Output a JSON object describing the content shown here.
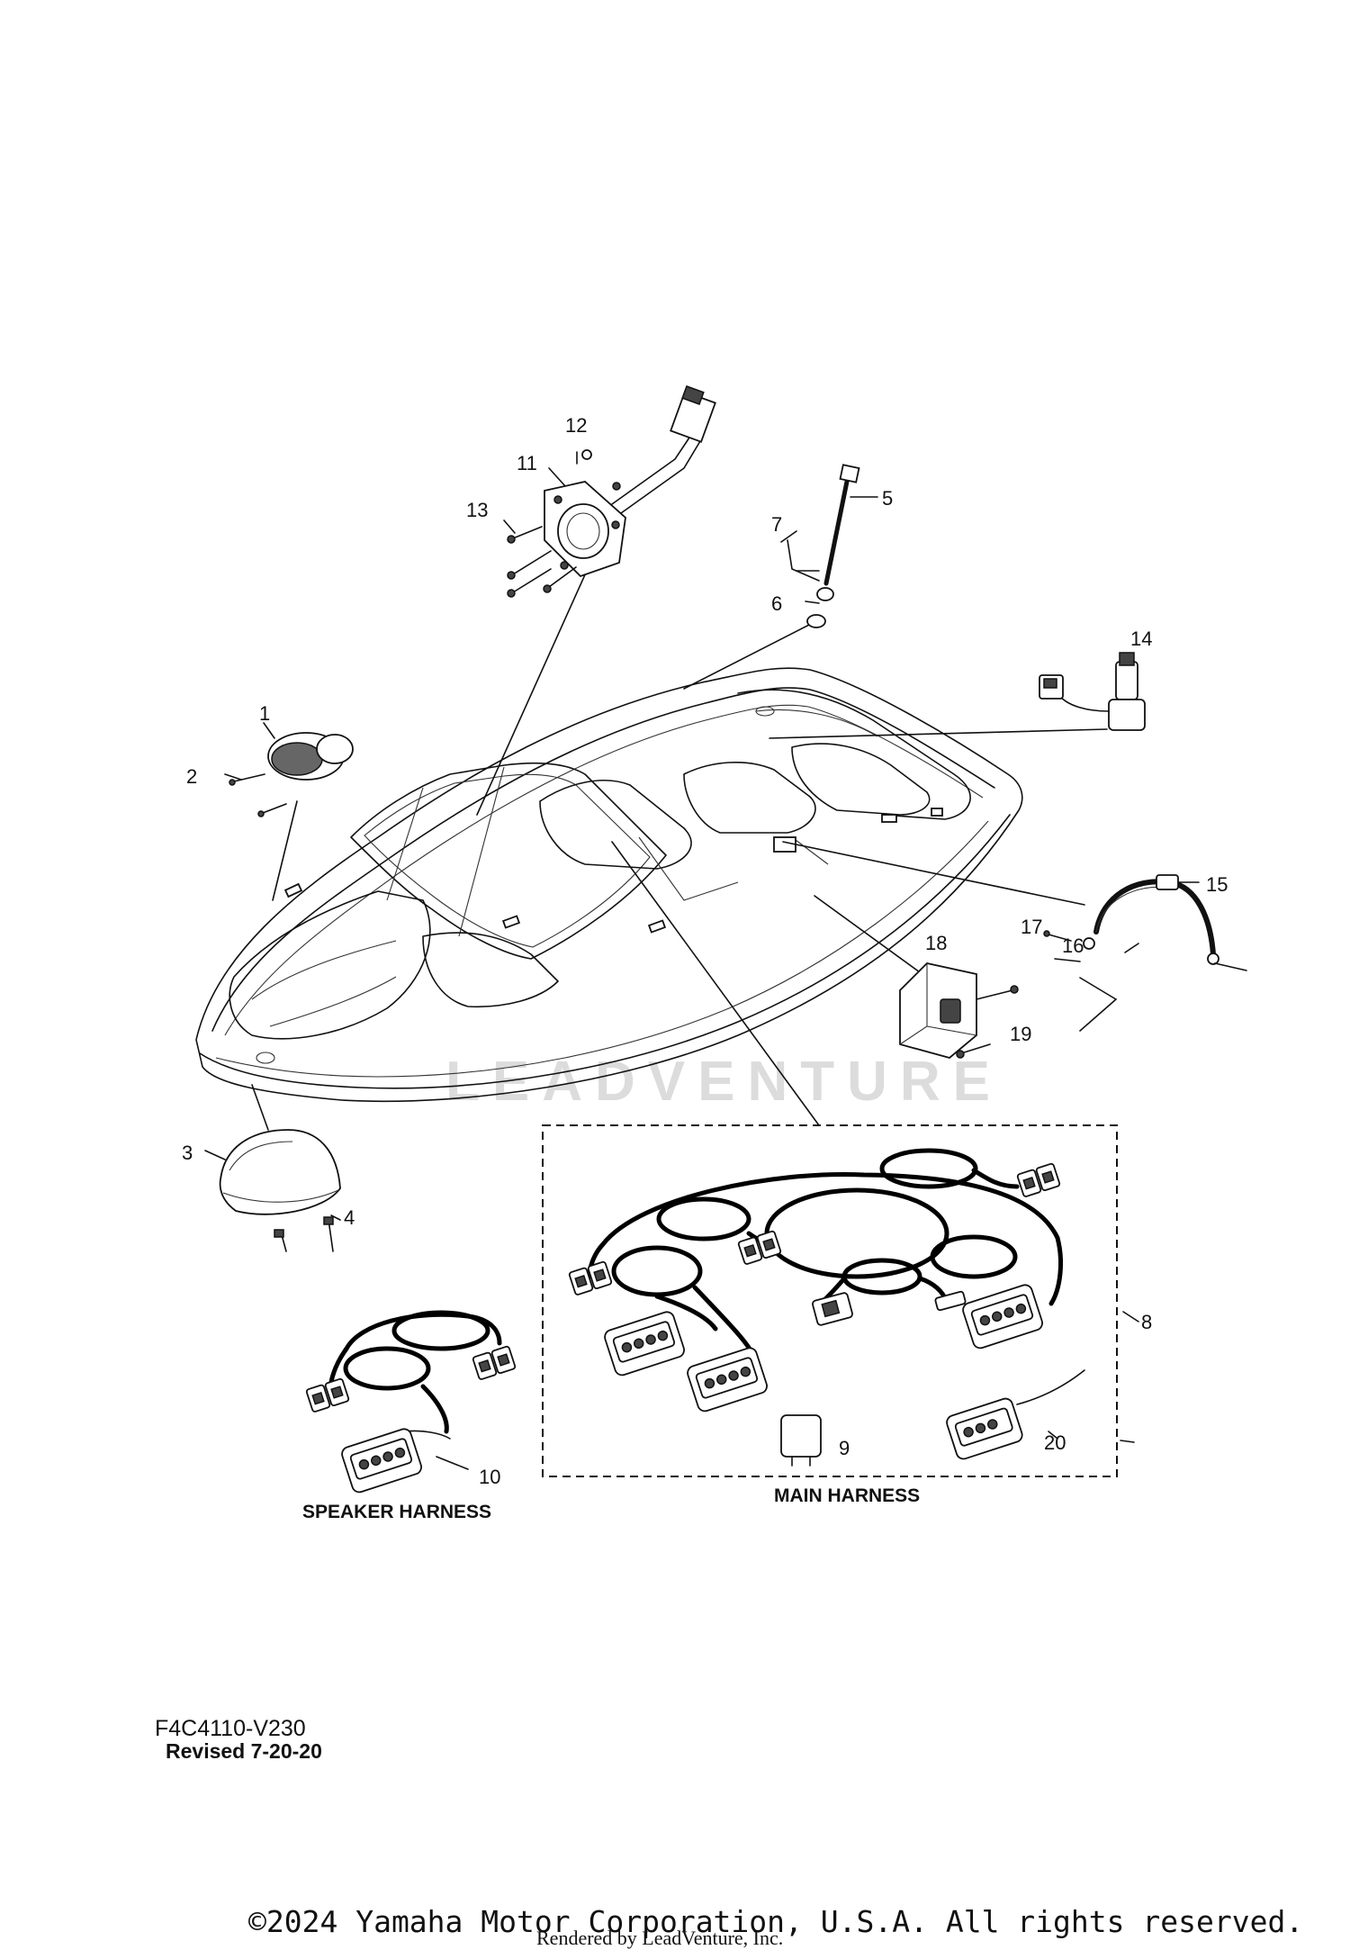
{
  "diagram": {
    "callouts": [
      "1",
      "2",
      "3",
      "4",
      "5",
      "6",
      "7",
      "8",
      "9",
      "10",
      "11",
      "12",
      "13",
      "14",
      "15",
      "16",
      "17",
      "18",
      "19",
      "20"
    ],
    "captions": {
      "speaker_harness": "SPEAKER HARNESS",
      "main_harness": "MAIN HARNESS"
    },
    "drawing_code": "F4C4110-V230",
    "revised": "Revised 7-20-20",
    "copyright": "©2024 Yamaha Motor Corporation, U.S.A. All rights reserved.",
    "rendered_by": "Rendered by LeadVenture, Inc.",
    "watermark": "LEADVENTURE"
  }
}
